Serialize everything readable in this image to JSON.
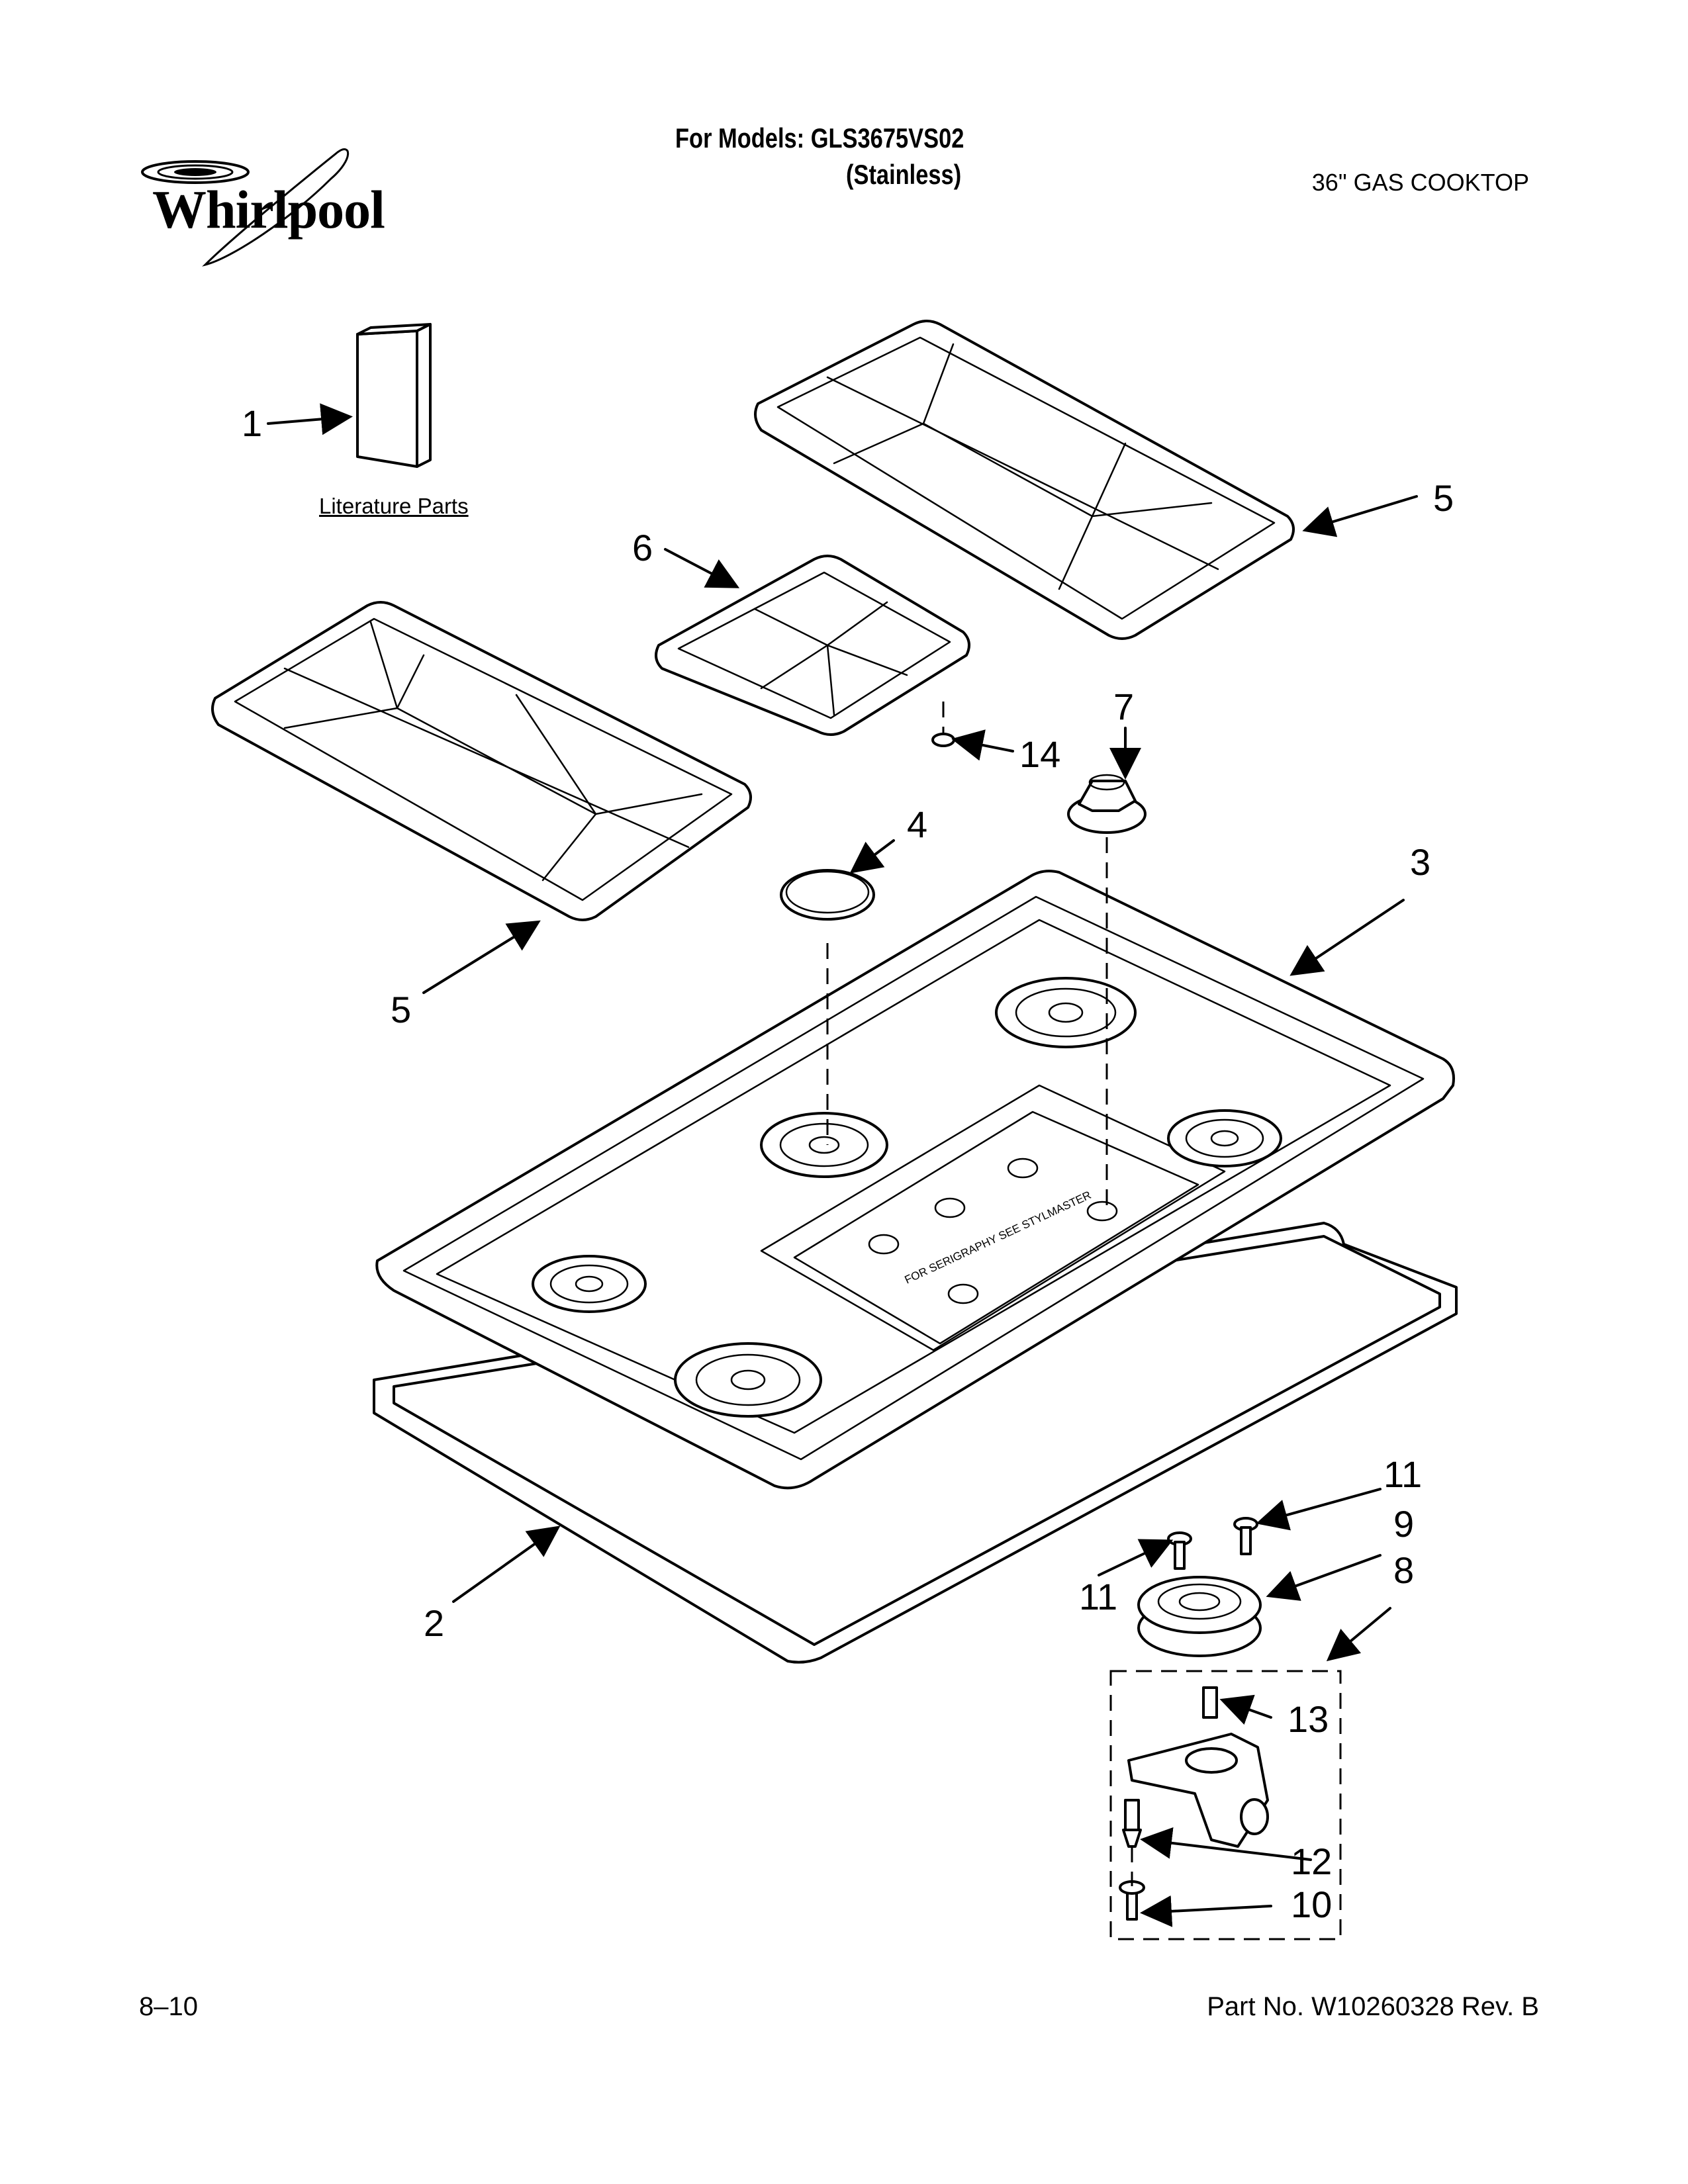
{
  "header": {
    "brand": "Whirlpool",
    "models_line": "For Models: GLS3675VS02",
    "finish_line": "(Stainless)",
    "product": "36\" GAS COOKTOP"
  },
  "literature_label": "Literature Parts",
  "callouts": {
    "c1": "1",
    "c2": "2",
    "c3": "3",
    "c4": "4",
    "c5a": "5",
    "c5b": "5",
    "c6": "6",
    "c7": "7",
    "c8": "8",
    "c9": "9",
    "c10": "10",
    "c11a": "11",
    "c11b": "11",
    "c12": "12",
    "c13": "13",
    "c14": "14"
  },
  "cooktop_print": "FOR SERIGRAPHY SEE STYLMASTER",
  "footer": {
    "date_code": "8–10",
    "part_number": "Part No. W10260328 Rev. B"
  }
}
